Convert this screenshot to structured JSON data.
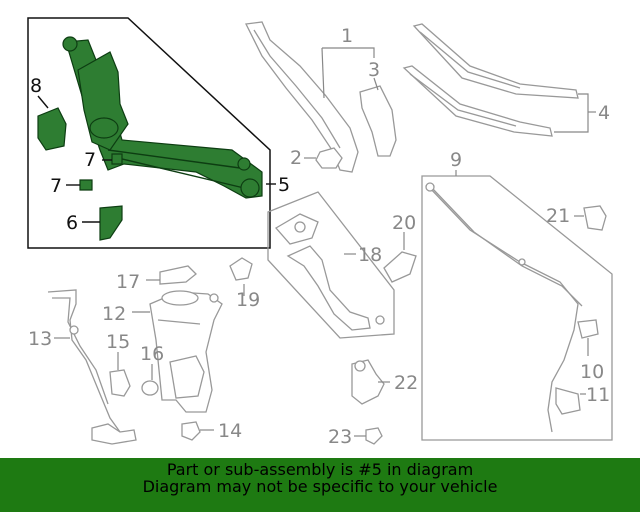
{
  "diagram": {
    "callouts": [
      "1",
      "2",
      "3",
      "4",
      "5",
      "6",
      "7",
      "7",
      "8",
      "9",
      "10",
      "11",
      "12",
      "13",
      "14",
      "15",
      "16",
      "17",
      "18",
      "19",
      "20",
      "21",
      "22",
      "23"
    ],
    "highlighted_part": "5",
    "highlight_color": "#2e7d32"
  },
  "footer": {
    "line1": "Part or sub-assembly is #5 in diagram",
    "line2": "Diagram may not be specific to your vehicle",
    "background": "#1e7a12"
  }
}
